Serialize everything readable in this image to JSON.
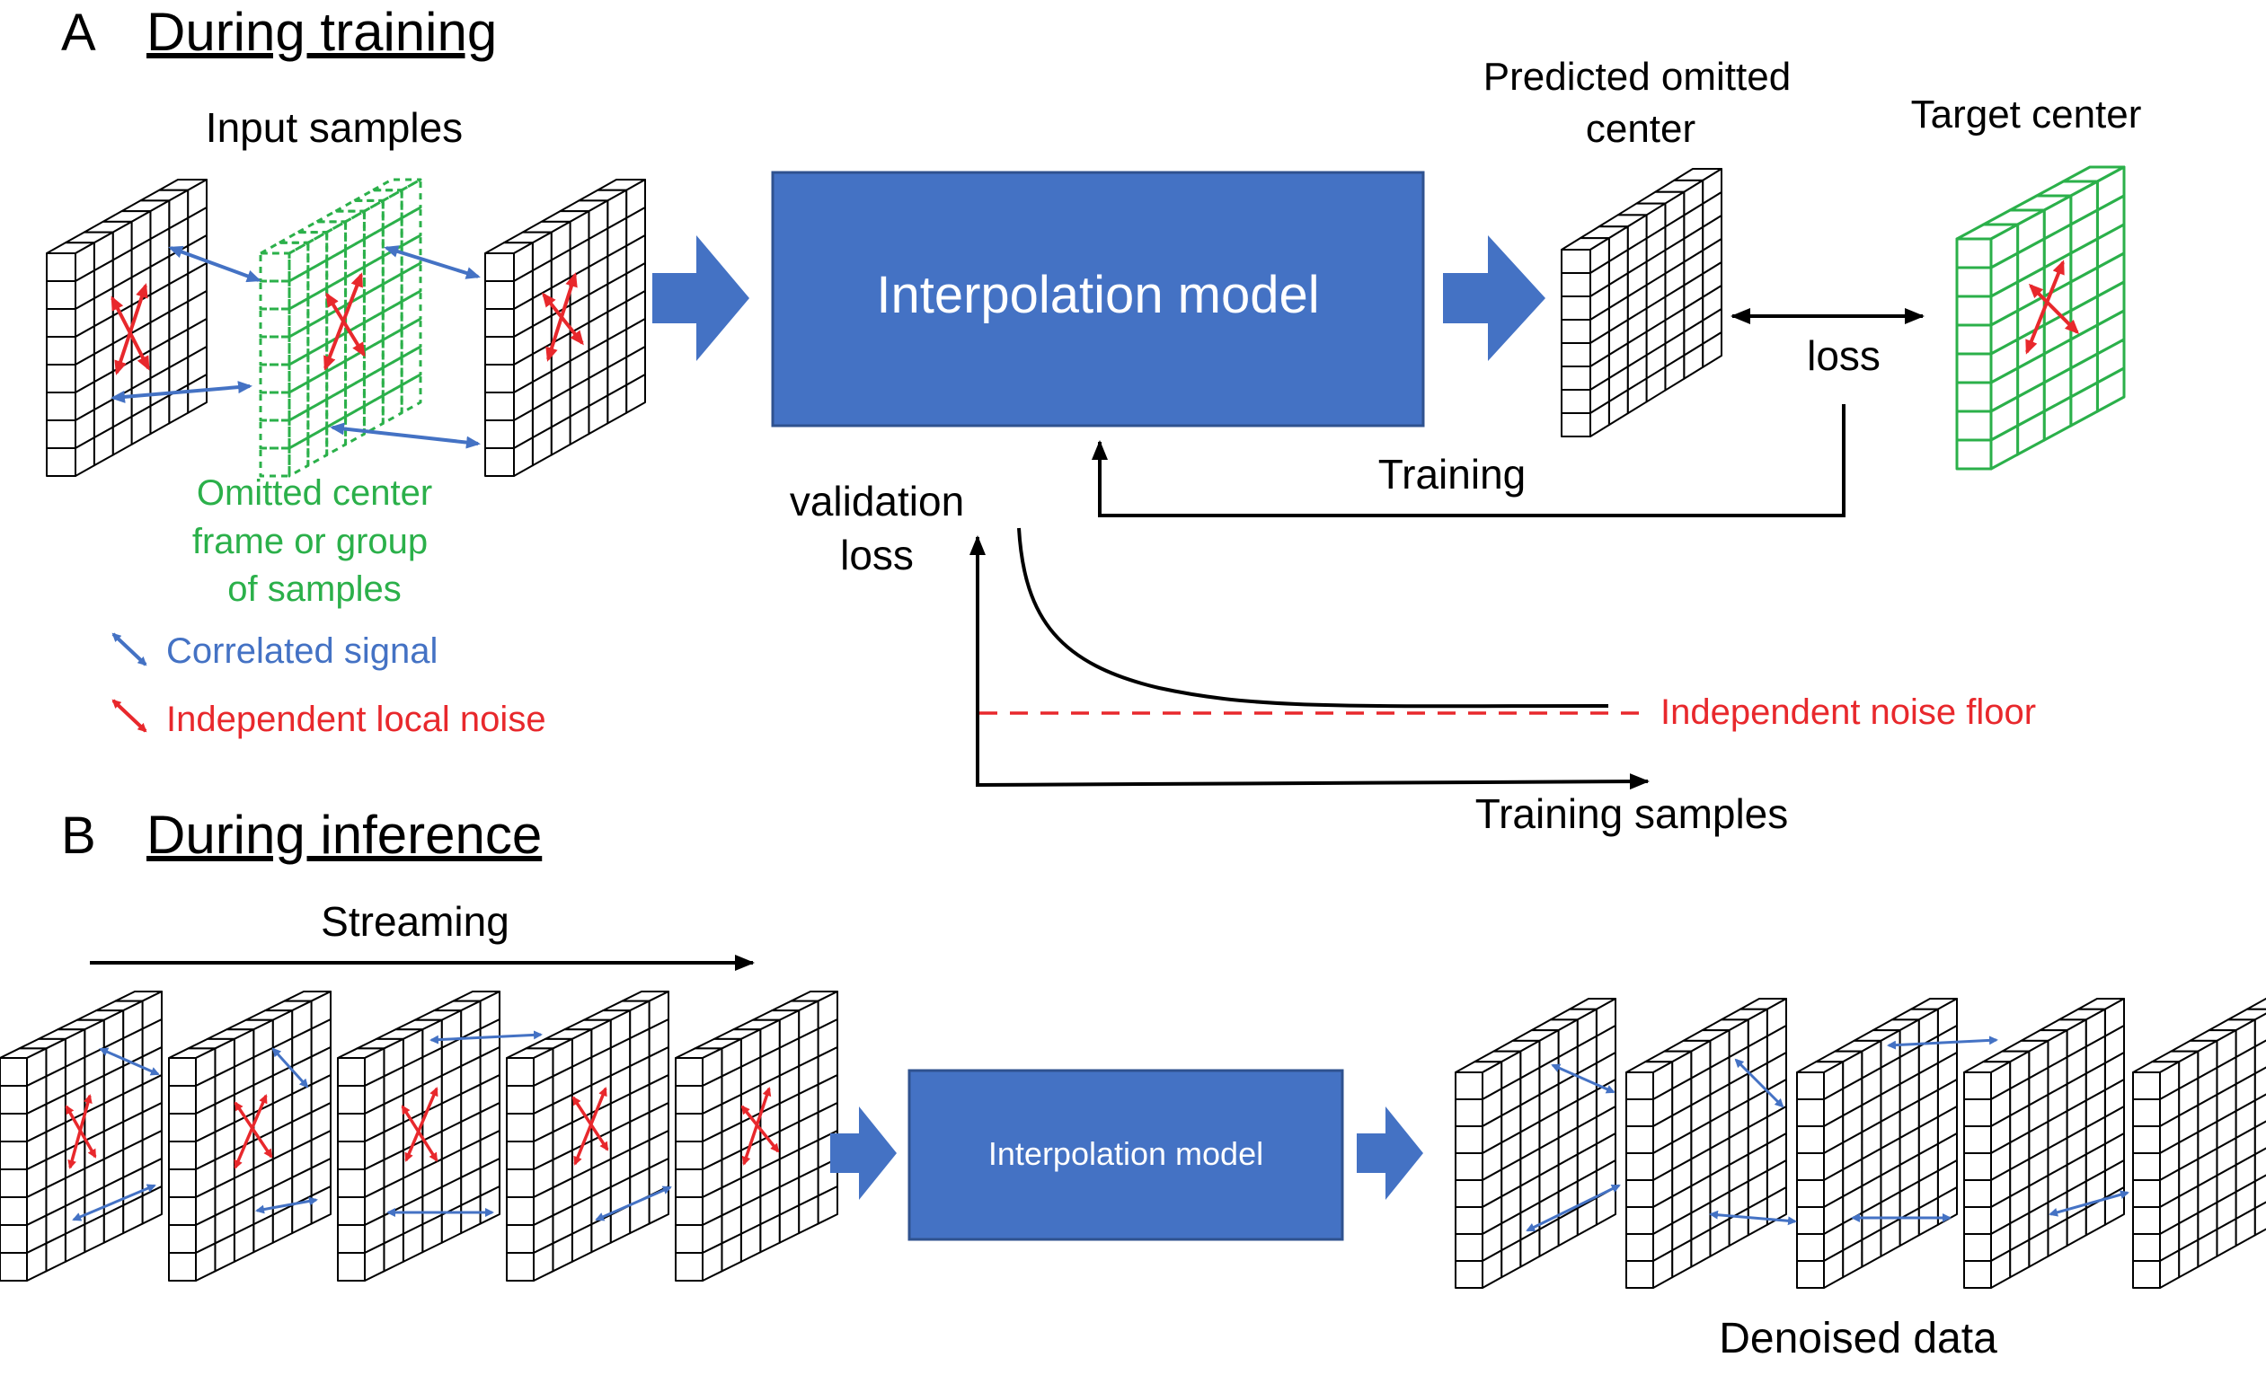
{
  "section_a": {
    "letter": "A",
    "title": "During training"
  },
  "section_b": {
    "letter": "B",
    "title": "During inference"
  },
  "labels": {
    "input_samples": "Input samples",
    "predicted_line1": "Predicted omitted",
    "predicted_line2": "center",
    "target_center": "Target center",
    "loss": "loss",
    "training": "Training",
    "omitted_line1": "Omitted center",
    "omitted_line2": "frame or group",
    "omitted_line3": "of samples",
    "correlated_signal": "Correlated signal",
    "independent_local_noise": "Independent local noise",
    "validation_line1": "validation",
    "validation_line2": "loss",
    "noise_floor": "Independent noise floor",
    "training_samples": "Training samples",
    "streaming": "Streaming",
    "denoised_data": "Denoised data"
  },
  "model_box_a": "Interpolation model",
  "model_box_b": "Interpolation model",
  "colors": {
    "model_fill": "#4472c4",
    "model_border": "#2f528f",
    "flow_arrow": "#4472c4",
    "signal_arrow": "#4472c4",
    "noise_arrow": "#e8282c",
    "omitted_green": "#2bb04a",
    "text": "#000000"
  },
  "icons": {
    "legend_signal": "double-headed-blue-arrow-icon",
    "legend_noise": "double-headed-red-arrow-icon",
    "flow": "block-arrow-icon"
  }
}
